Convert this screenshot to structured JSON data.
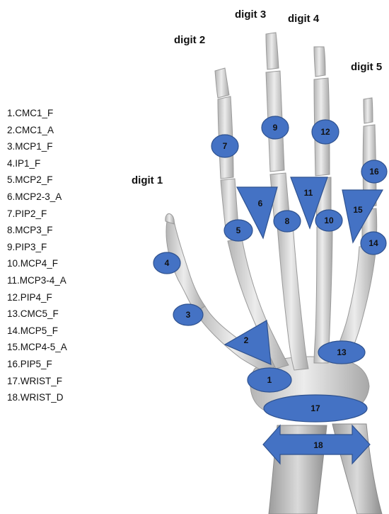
{
  "legend": {
    "items": [
      "1.CMC1_F",
      "2.CMC1_A",
      "3.MCP1_F",
      "4.IP1_F",
      "5.MCP2_F",
      "6.MCP2-3_A",
      "7.PIP2_F",
      "8.MCP3_F",
      "9.PIP3_F",
      "10.MCP4_F",
      "11.MCP3-4_A",
      "12.PIP4_F",
      "13.CMC5_F",
      "14.MCP5_F",
      "15.MCP4-5_A",
      "16.PIP5_F",
      "17.WRIST_F",
      "18.WRIST_D"
    ]
  },
  "digits": {
    "d1": "digit 1",
    "d2": "digit 2",
    "d3": "digit 3",
    "d4": "digit 4",
    "d5": "digit 5"
  },
  "markers": {
    "m1": "1",
    "m2": "2",
    "m3": "3",
    "m4": "4",
    "m5": "5",
    "m6": "6",
    "m7": "7",
    "m8": "8",
    "m9": "9",
    "m10": "10",
    "m11": "11",
    "m12": "12",
    "m13": "13",
    "m14": "14",
    "m15": "15",
    "m16": "16",
    "m17": "17",
    "m18": "18"
  },
  "colors": {
    "marker_fill": "#4472c4",
    "marker_stroke": "#2f528f",
    "bone": "#d9d9d9"
  }
}
